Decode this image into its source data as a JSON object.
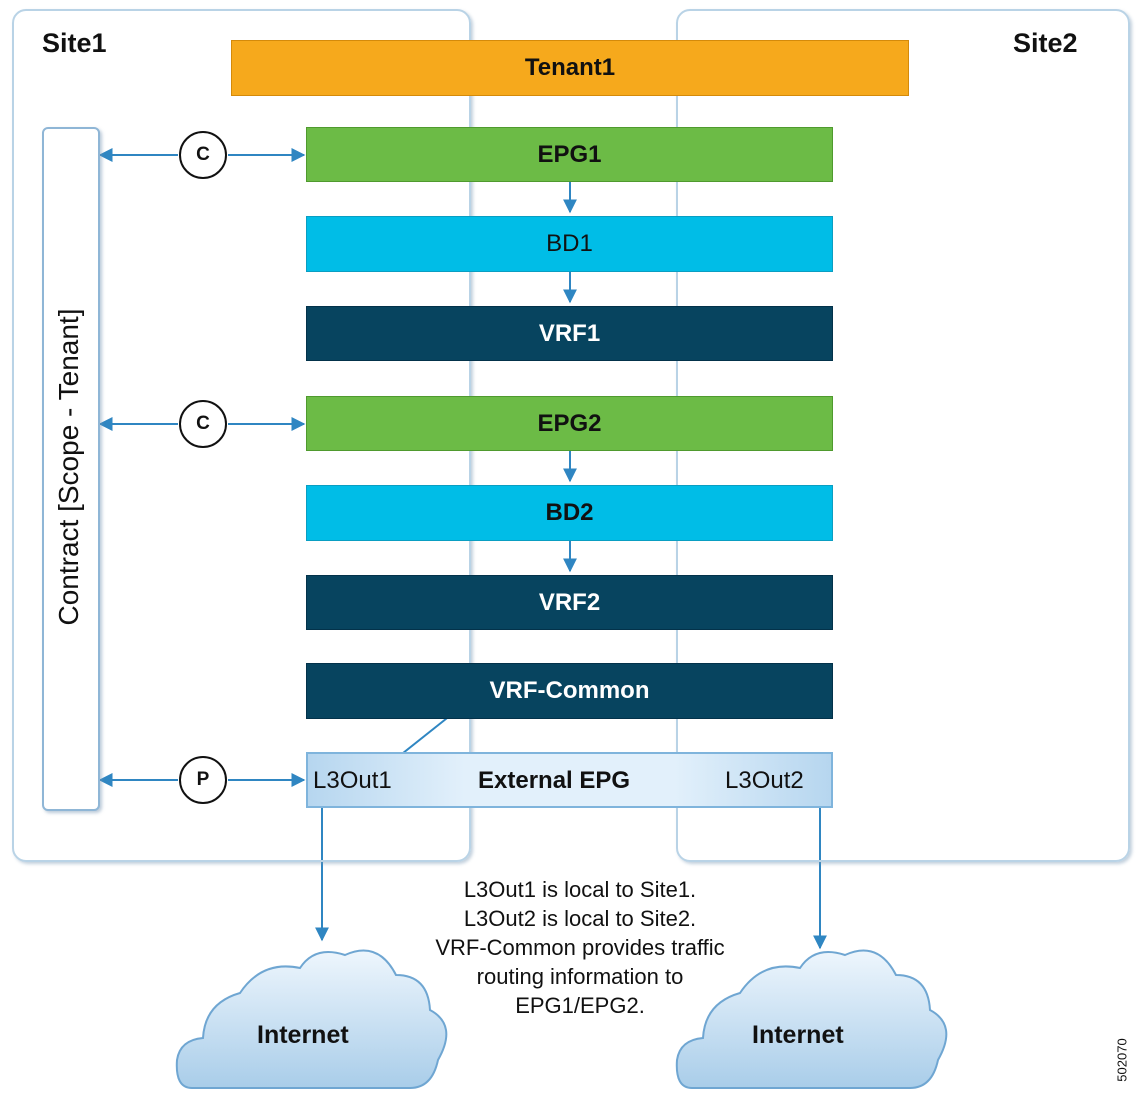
{
  "sites": {
    "site1": "Site1",
    "site2": "Site2"
  },
  "tenant": "Tenant1",
  "bars": {
    "epg1": "EPG1",
    "bd1": "BD1",
    "vrf1": "VRF1",
    "epg2": "EPG2",
    "bd2": "BD2",
    "vrf2": "VRF2",
    "vrf_common": "VRF-Common"
  },
  "external_epg": {
    "left": "L3Out1",
    "center": "External EPG",
    "right": "L3Out2"
  },
  "contract_label": "Contract [Scope - Tenant]",
  "connectors": {
    "c1": "C",
    "c2": "C",
    "p": "P"
  },
  "note_lines": [
    "L3Out1 is local to Site1.",
    "L3Out2 is local to Site2.",
    "VRF-Common provides traffic",
    "routing information to",
    "EPG1/EPG2."
  ],
  "clouds": {
    "left": "Internet",
    "right": "Internet"
  },
  "figure_id": "502070",
  "colors": {
    "tenant": "#f6a91c",
    "epg": "#6cbb46",
    "bd": "#00bde7",
    "vrf": "#07445f",
    "arrow": "#2f86c2",
    "site_border": "#b9d3e6"
  }
}
